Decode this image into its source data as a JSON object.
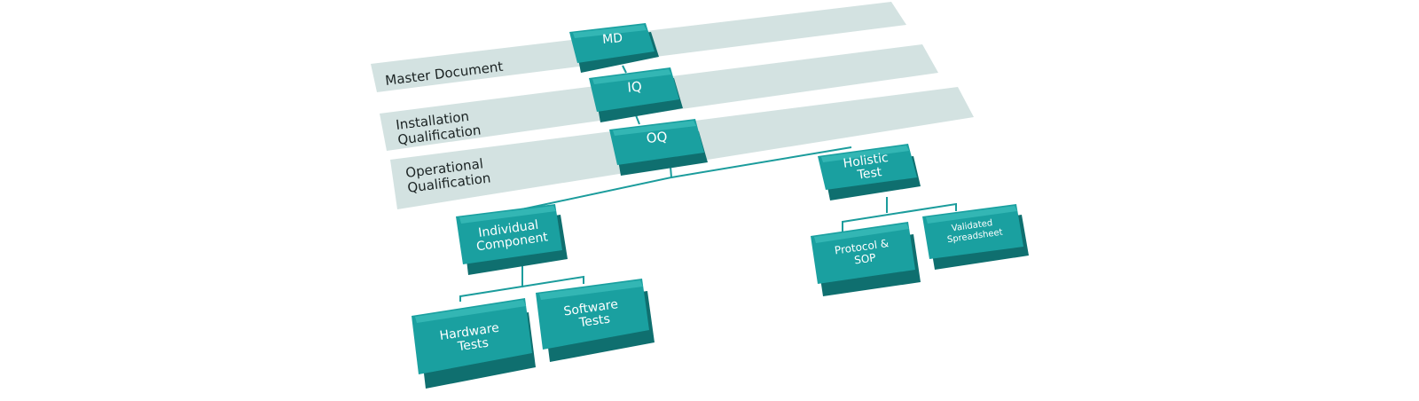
{
  "bands": [
    {
      "id": "md",
      "label_lines": [
        "Master Document"
      ]
    },
    {
      "id": "iq",
      "label_lines": [
        "Installation",
        "Qualification"
      ]
    },
    {
      "id": "oq",
      "label_lines": [
        "Operational",
        "Qualification"
      ]
    }
  ],
  "nodes": {
    "md": {
      "lines": [
        "MD"
      ]
    },
    "iq": {
      "lines": [
        "IQ"
      ]
    },
    "oq": {
      "lines": [
        "OQ"
      ]
    },
    "holistic": {
      "lines": [
        "Holistic",
        "Test"
      ]
    },
    "individual": {
      "lines": [
        "Individual",
        "Component"
      ]
    },
    "hardware": {
      "lines": [
        "Hardware",
        "Tests"
      ]
    },
    "software": {
      "lines": [
        "Software",
        "Tests"
      ]
    },
    "protocol": {
      "lines": [
        "Protocol &",
        "SOP"
      ]
    },
    "spreadsheet": {
      "lines": [
        "Validated",
        "Spreadsheet"
      ]
    }
  },
  "colors": {
    "box": "#1aa0a0",
    "box_shadow": "#0f6f6f",
    "band": "#d3e2e1",
    "connector": "#1b9c9c"
  }
}
